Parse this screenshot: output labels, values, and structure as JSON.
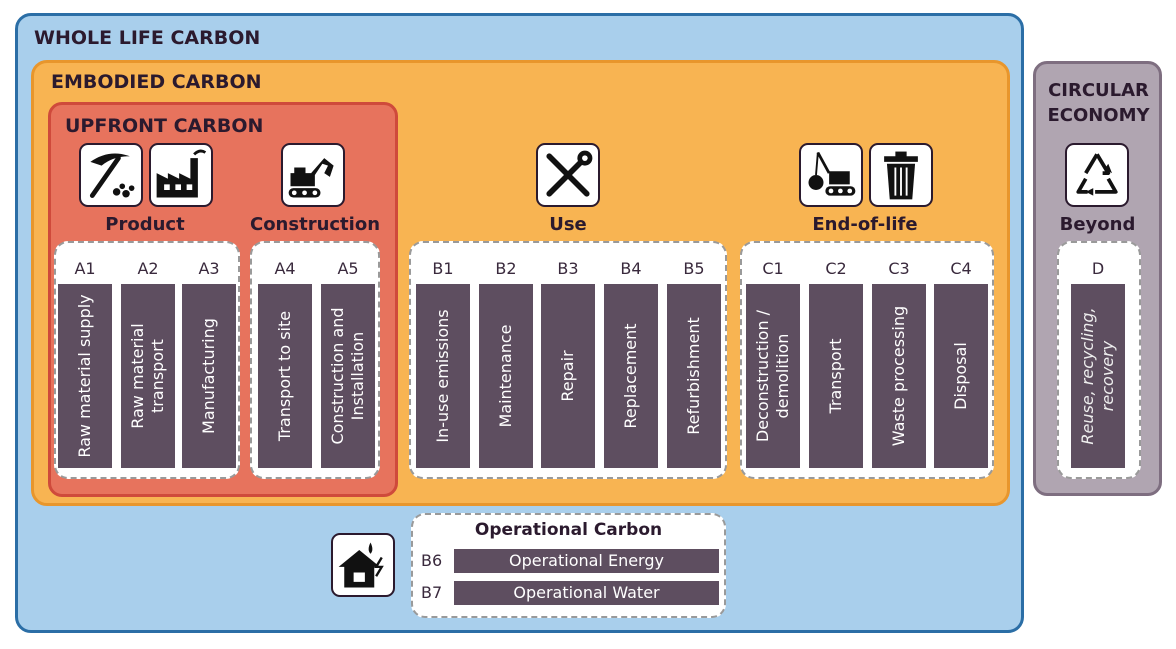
{
  "whole_life": {
    "title": "WHOLE LIFE CARBON"
  },
  "embodied": {
    "title": "EMBODIED CARBON"
  },
  "upfront": {
    "title": "UPFRONT CARBON"
  },
  "circular": {
    "title_line1": "CIRCULAR",
    "title_line2": "ECONOMY"
  },
  "groups": {
    "product": "Product",
    "construction": "Construction",
    "use": "Use",
    "end_of_life": "End-of-life",
    "beyond": "Beyond"
  },
  "stages": [
    {
      "code": "A1",
      "label": "Raw material supply"
    },
    {
      "code": "A2",
      "label": "Raw material transport"
    },
    {
      "code": "A3",
      "label": "Manufacturing"
    },
    {
      "code": "A4",
      "label": "Transport to site"
    },
    {
      "code": "A5",
      "label": "Construction and Installation"
    },
    {
      "code": "B1",
      "label": "In-use emissions"
    },
    {
      "code": "B2",
      "label": "Maintenance"
    },
    {
      "code": "B3",
      "label": "Repair"
    },
    {
      "code": "B4",
      "label": "Replacement"
    },
    {
      "code": "B5",
      "label": "Refurbishment"
    },
    {
      "code": "C1",
      "label": "Deconstruction / demolition"
    },
    {
      "code": "C2",
      "label": "Transport"
    },
    {
      "code": "C3",
      "label": "Waste processing"
    },
    {
      "code": "C4",
      "label": "Disposal"
    },
    {
      "code": "D",
      "label": "Reuse, recycling, recovery"
    }
  ],
  "operational": {
    "title": "Operational Carbon",
    "items": [
      {
        "code": "B6",
        "label": "Operational Energy"
      },
      {
        "code": "B7",
        "label": "Operational Water"
      }
    ]
  },
  "icons": [
    "pickaxe-icon",
    "factory-icon",
    "excavator-icon",
    "tools-icon",
    "demolition-icon",
    "trash-bin-icon",
    "recycle-icon",
    "house-utility-icon"
  ],
  "colors": {
    "whole_life": "#a9cfec",
    "embodied": "#f8b452",
    "upfront": "#e7735d",
    "circular": "#b0a5b1",
    "stage_bar": "#5e4e60"
  }
}
